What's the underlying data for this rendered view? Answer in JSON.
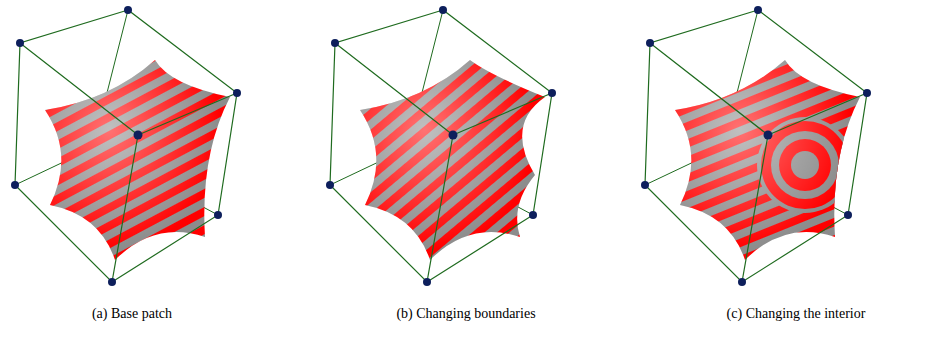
{
  "diagram": {
    "labels": [
      "(a) Base patch",
      "(b) Changing boundaries",
      "(c) Changing the interior"
    ]
  }
}
